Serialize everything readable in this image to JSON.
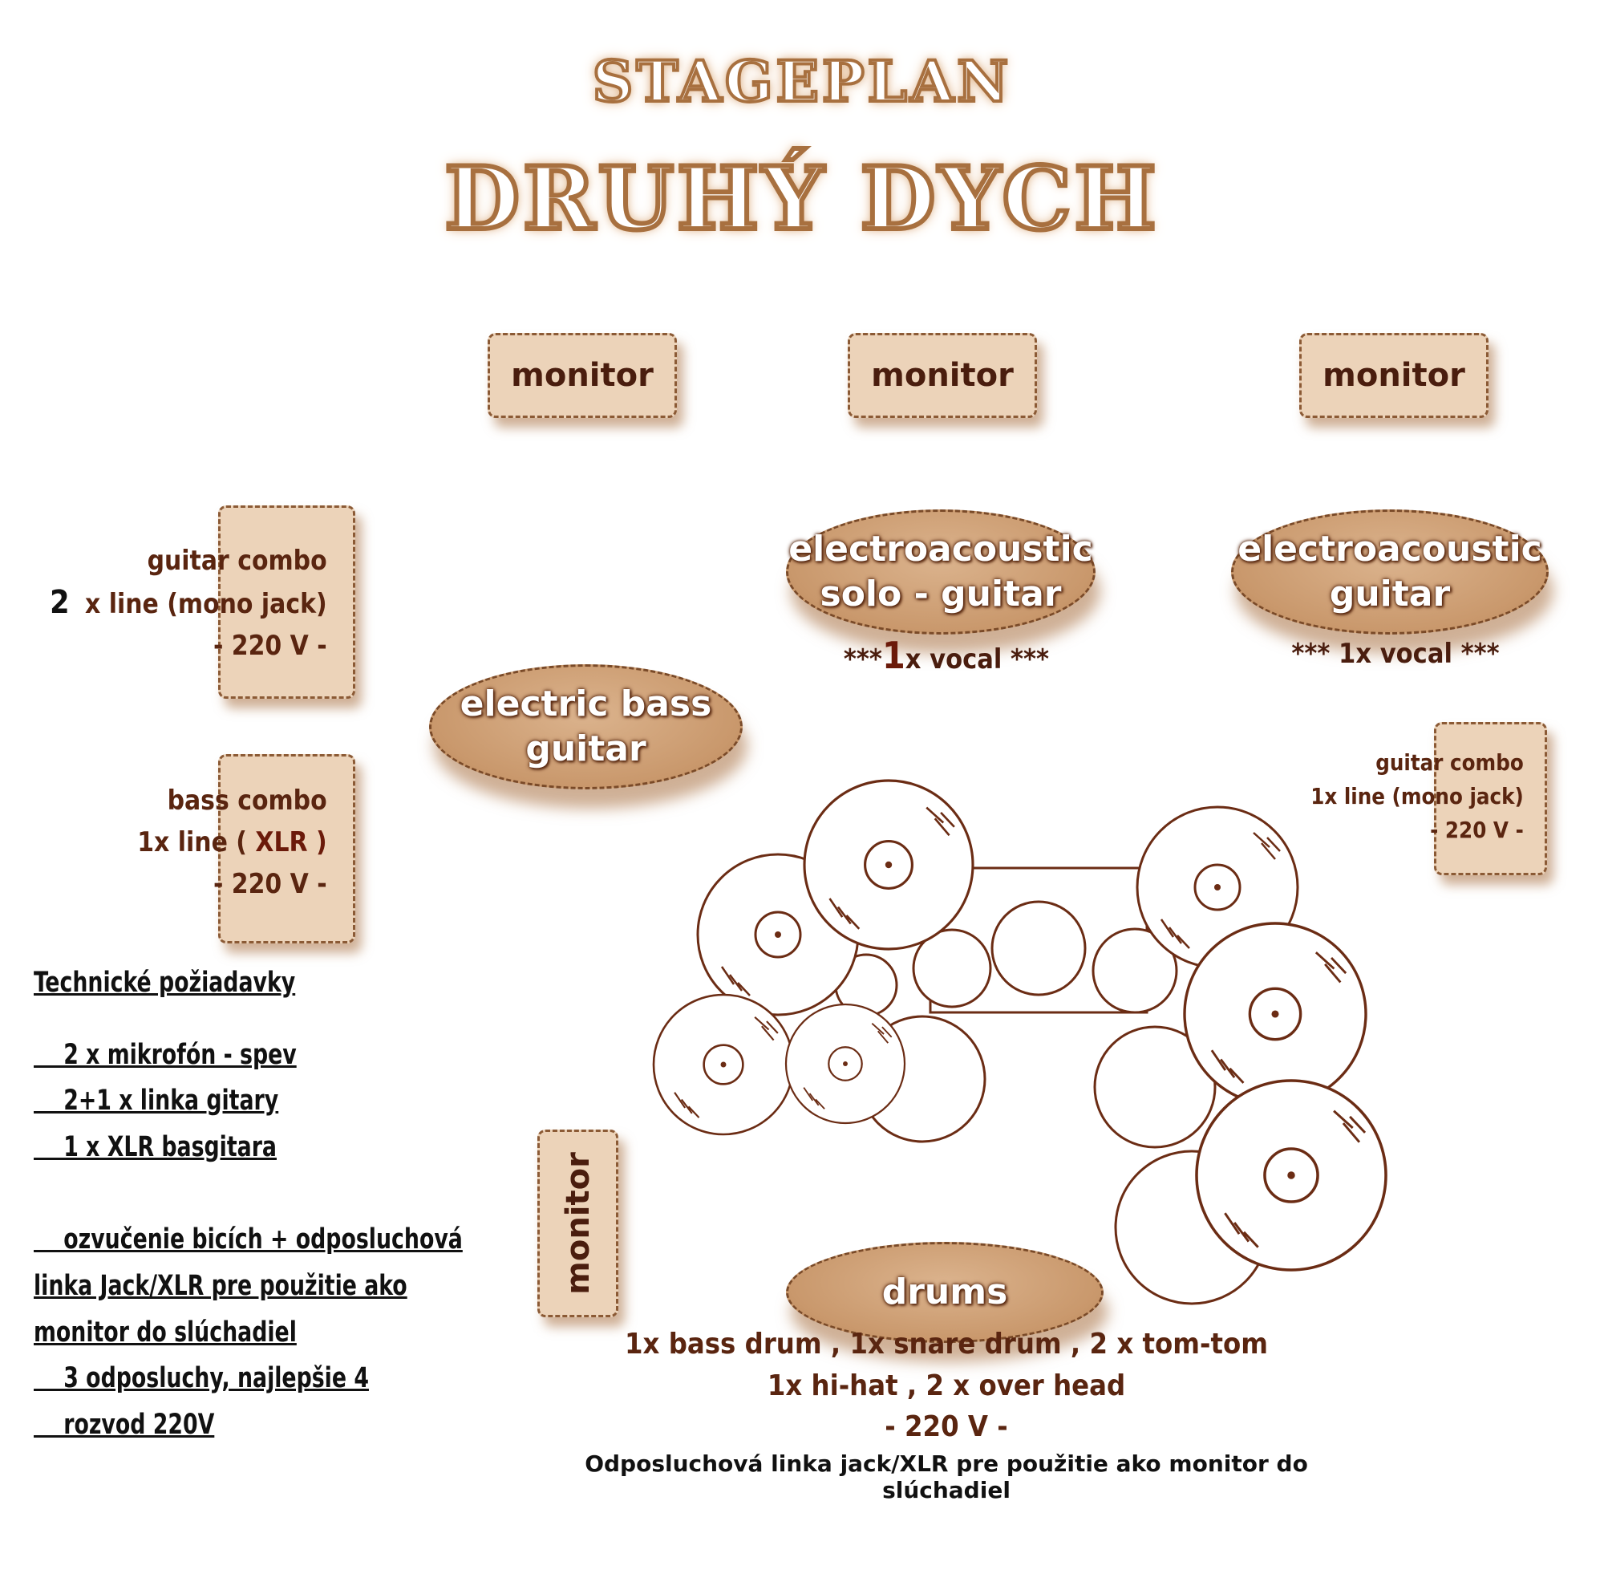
{
  "header": {
    "title": "STAGEPLAN",
    "band": "DRUHÝ DYCH"
  },
  "monitors": {
    "top_left": "monitor",
    "top_center": "monitor",
    "top_right": "monitor",
    "bottom": "monitor"
  },
  "guitar_combo_left": {
    "line1": "guitar combo",
    "count": "2",
    "line2": "x line (mono jack)",
    "line3": "- 220 V -"
  },
  "bass_combo": {
    "line1": "bass combo",
    "line2": "1x line (",
    "xlr": "XLR )",
    "line3": "- 220 V -"
  },
  "guitar_combo_right": {
    "line1": "guitar combo",
    "line2": "1x line (mono jack)",
    "line3": "- 220 V -"
  },
  "instruments": {
    "solo_guitar": {
      "line1": "electroacoustic",
      "line2": "solo - guitar",
      "vocal_pre": "***",
      "vocal_num": "1",
      "vocal_post": "x vocal ***"
    },
    "guitar": {
      "line1": "electroacoustic",
      "line2": "guitar",
      "vocal": "***  1x vocal ***"
    },
    "bass": {
      "line1": "electric bass",
      "line2": "guitar"
    },
    "drums": {
      "label": "drums",
      "line1": "1x bass drum , 1x snare drum , 2 x tom-tom",
      "line2": "1x hi-hat , 2 x over head",
      "line3": "- 220 V -"
    }
  },
  "requirements": {
    "heading": "Technické požiadavky",
    "items": [
      "    2 x mikrofón - spev",
      "    2+1 x linka gitary",
      "    1 x XLR basgitara",
      "    ozvučenie bicích + odposluchová",
      "linka Jack/XLR pre použitie ako",
      "monitor do slúchadiel",
      "    3 odposluchy, najlepšie 4",
      "    rozvod 220V"
    ]
  },
  "footer_note": "Odposluchová linka jack/XLR pre použitie ako monitor do slúchadiel",
  "colors": {
    "accent": "#a8703f",
    "box_fill": "#ecd3b9",
    "ellipse_fill": "#c9986c",
    "text_dark": "#4a1d0e",
    "line": "#6b2c14"
  }
}
